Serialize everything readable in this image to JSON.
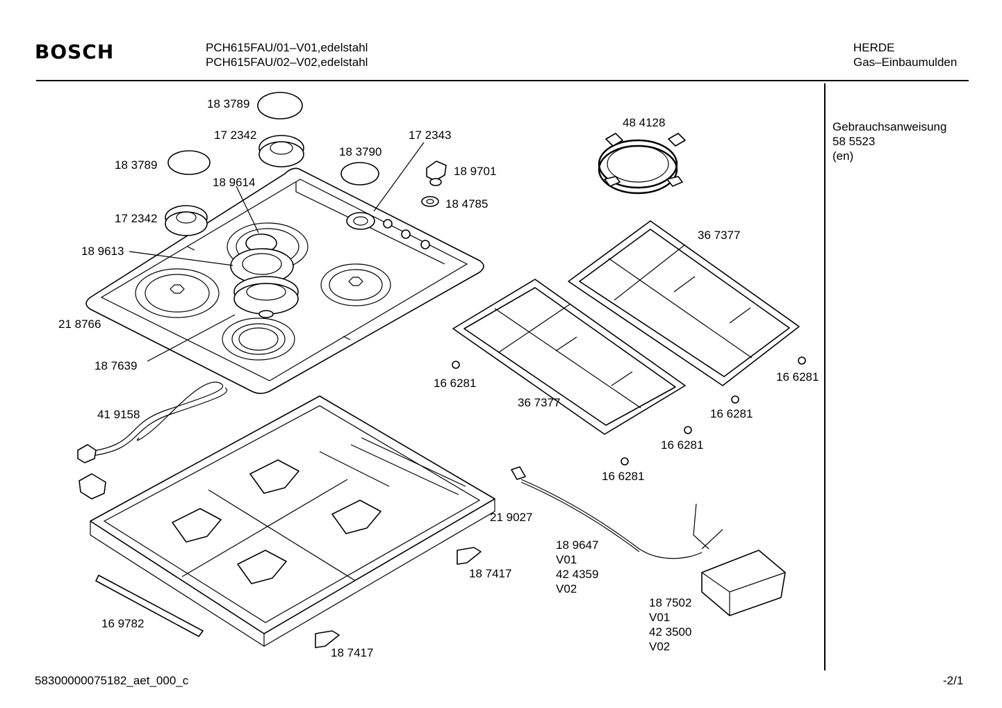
{
  "header": {
    "brand": "BOSCH",
    "model_line_1": "PCH615FAU/01–V01,edelstahl",
    "model_line_2": "PCH615FAU/02–V02,edelstahl",
    "category_line_1": "HERDE",
    "category_line_2": "Gas–Einbaumulden"
  },
  "sidebar": {
    "line_1": "Gebrauchsanweisung",
    "line_2": "58 5523",
    "line_3": "(en)"
  },
  "labels": {
    "l_183789_a": "18 3789",
    "l_172342_a": "17 2342",
    "l_183789_b": "18 3789",
    "l_183790": "18 3790",
    "l_172343": "17 2343",
    "l_189614": "18 9614",
    "l_189701": "18 9701",
    "l_184785": "18 4785",
    "l_172342_b": "17 2342",
    "l_189613": "18 9613",
    "l_218766": "21 8766",
    "l_187639": "18 7639",
    "l_484128": "48 4128",
    "l_367377_a": "36 7377",
    "l_367377_b": "36 7377",
    "l_166281_a": "16 6281",
    "l_166281_b": "16 6281",
    "l_166281_c": "16 6281",
    "l_166281_d": "16 6281",
    "l_166281_e": "16 6281",
    "l_419158": "41 9158",
    "l_219027": "21 9027",
    "l_189647": "18 9647",
    "l_189647_v01": "V01",
    "l_424359": "42 4359",
    "l_424359_v02": "V02",
    "l_187417_a": "18 7417",
    "l_187417_b": "18 7417",
    "l_169782": "16 9782",
    "l_187502": "18 7502",
    "l_187502_v01": "V01",
    "l_423500": "42 3500",
    "l_423500_v02": "V02"
  },
  "footer": {
    "doc_id": "58300000075182_aet_000_c",
    "page": "-2/1"
  }
}
